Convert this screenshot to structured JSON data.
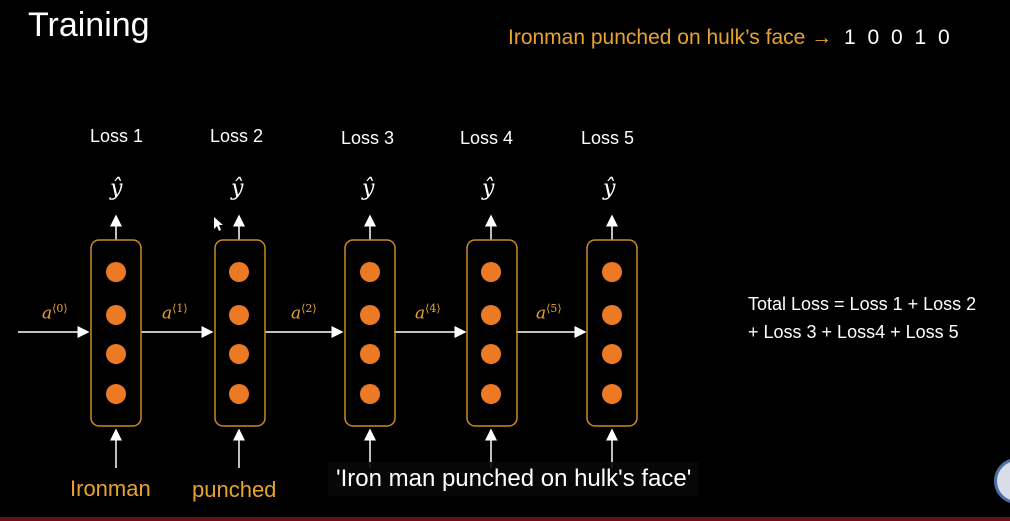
{
  "title": "Training",
  "sentence": {
    "text": "Ironman punched on hulk’s face",
    "arrow": "→",
    "bits": "1 0 0 1 0"
  },
  "losses": [
    "Loss 1",
    "Loss 2",
    "Loss 3",
    "Loss 4",
    "Loss 5"
  ],
  "yhat": "ŷ",
  "activations": [
    {
      "base": "a",
      "sup": "⟨0⟩"
    },
    {
      "base": "a",
      "sup": "⟨1⟩"
    },
    {
      "base": "a",
      "sup": "⟨2⟩"
    },
    {
      "base": "a",
      "sup": "⟨4⟩"
    },
    {
      "base": "a",
      "sup": "⟨5⟩"
    }
  ],
  "words": [
    "Ironman",
    "punched"
  ],
  "total_loss": {
    "line1": "Total Loss = Loss 1 + Loss 2",
    "line2": "+ Loss 3 + Loss4 + Loss 5"
  },
  "caption": "'Iron man punched on hulk's face'",
  "colors": {
    "accent": "#e8a230",
    "node": "#ec7a25",
    "box": "#c88a25",
    "bg": "#000000"
  }
}
